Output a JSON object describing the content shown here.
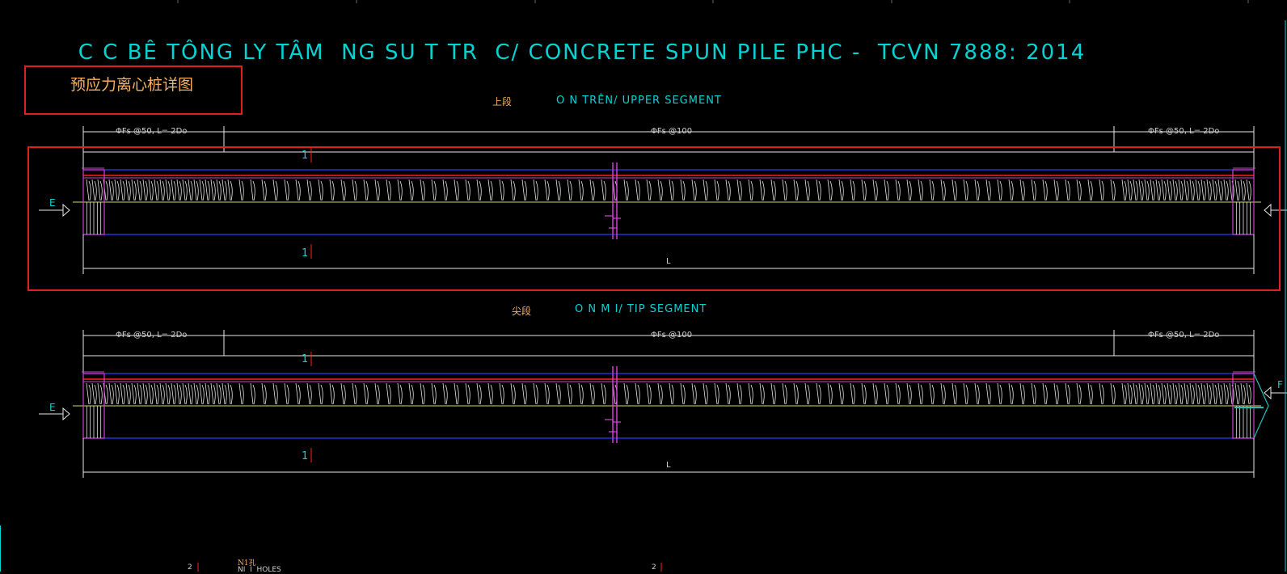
{
  "drawing": {
    "title": "C C BÊ TÔNG LY TÂM  NG SU T TR  C/ CONCRETE SPUN PILE PHC -  TCVN 7888: 2014",
    "annotation_box_label": "预应力离心桩详图"
  },
  "upper_segment": {
    "zh_label": "上段",
    "title": "O N TRÊN/ UPPER SEGMENT",
    "dim_left": "ΦFs @50, L= 2Do",
    "dim_mid": "ΦFs @100",
    "dim_right": "ΦFs @50, L= 2Do",
    "section_top": "1",
    "section_bottom": "1",
    "arrow_left": "E",
    "length_label": "L"
  },
  "tip_segment": {
    "zh_label": "尖段",
    "title": "O N M I/ TIP SEGMENT",
    "dim_left": "ΦFs @50, L= 2Do",
    "dim_mid": "ΦFs @100",
    "dim_right": "ΦFs @50, L= 2Do",
    "section_top": "1",
    "section_bottom": "1",
    "arrow_left": "E",
    "arrow_right": "F",
    "length_label": "L"
  },
  "footer": {
    "zh_note": "N1孔",
    "left_num": "2",
    "mid_num": "2",
    "left_text": "NI  I  HOLES"
  },
  "colors": {
    "background": "#000000",
    "cyan_text": "#00d4d4",
    "blue_line": "#2a3cff",
    "red_line": "#ff2020",
    "magenta": "#d040d0",
    "yellow": "#d8d860",
    "white": "#e8e8e8",
    "highlight_box": "#e02020"
  }
}
